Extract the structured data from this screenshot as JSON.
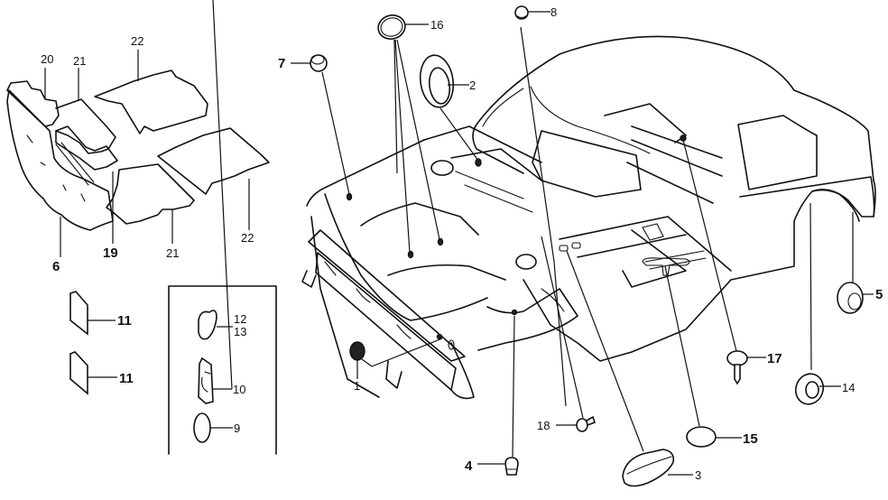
{
  "diagram": {
    "labels": {
      "p1": "1",
      "p2": "2",
      "p3": "3",
      "p4": "4",
      "p5": "5",
      "p6": "6",
      "p7": "7",
      "p8": "8",
      "p9": "9",
      "p10": "10",
      "p11a": "11",
      "p11b": "11",
      "p12": "12",
      "p13": "13",
      "p14": "14",
      "p15": "15",
      "p16": "16",
      "p17": "17",
      "p18": "18",
      "p19": "19",
      "p20": "20",
      "p21a": "21",
      "p21b": "21",
      "p22a": "22",
      "p22b": "22"
    }
  }
}
